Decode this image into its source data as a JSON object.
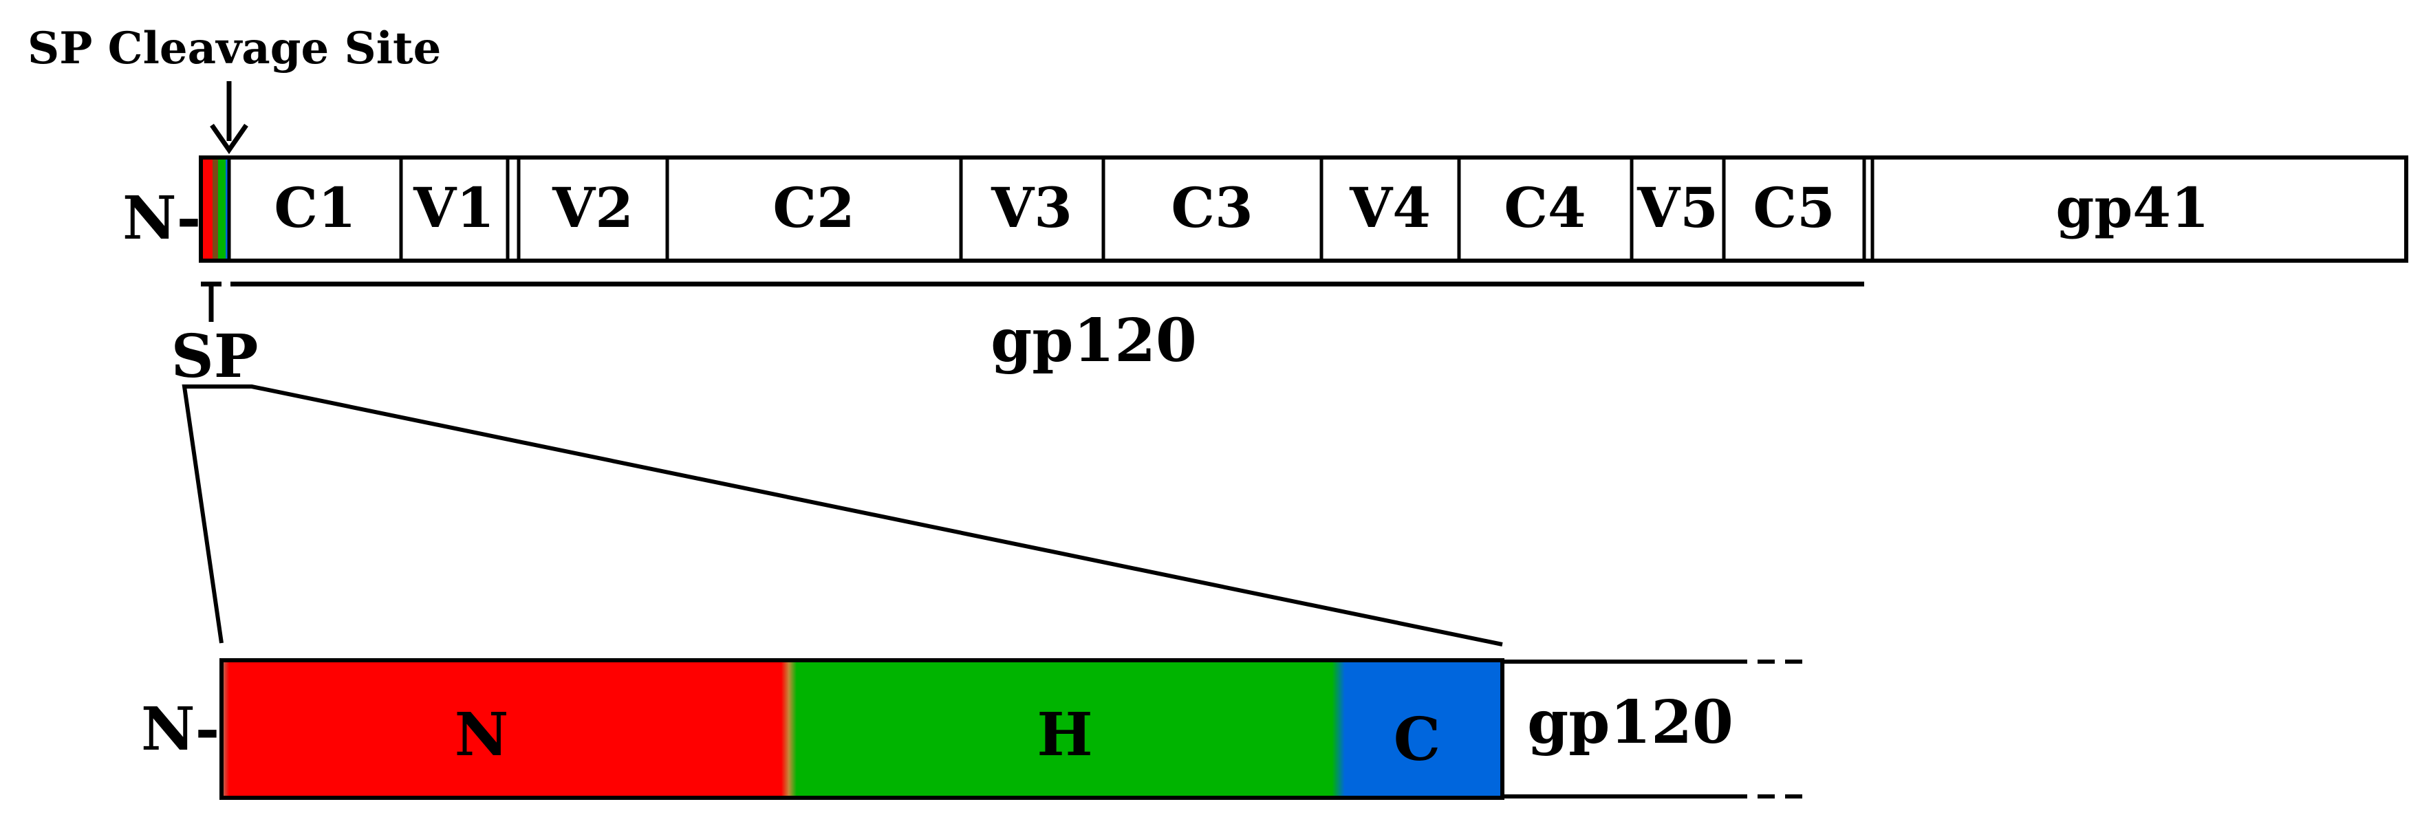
{
  "annotation": {
    "cleavage_site_label": "SP Cleavage Site"
  },
  "precursor": {
    "n_terminus_label": "N-",
    "regions": [
      "C1",
      "V1",
      "V2",
      "C2",
      "V3",
      "C3",
      "V4",
      "C4",
      "V5",
      "C5"
    ],
    "gp41_label": "gp41",
    "gp120_bracket_label": "gp120",
    "sp_bracket_label": "SP"
  },
  "signal_peptide": {
    "n_terminus_label": "N-",
    "domains": [
      {
        "label": "N",
        "color": "#ff0000"
      },
      {
        "label": "H",
        "color": "#00b400"
      },
      {
        "label": "C",
        "color": "#0066dd"
      }
    ],
    "continuation_label": "gp120"
  },
  "colors": {
    "n_region": "#ff0000",
    "h_region": "#00b400",
    "c_region": "#0066dd",
    "outline": "#000000"
  }
}
